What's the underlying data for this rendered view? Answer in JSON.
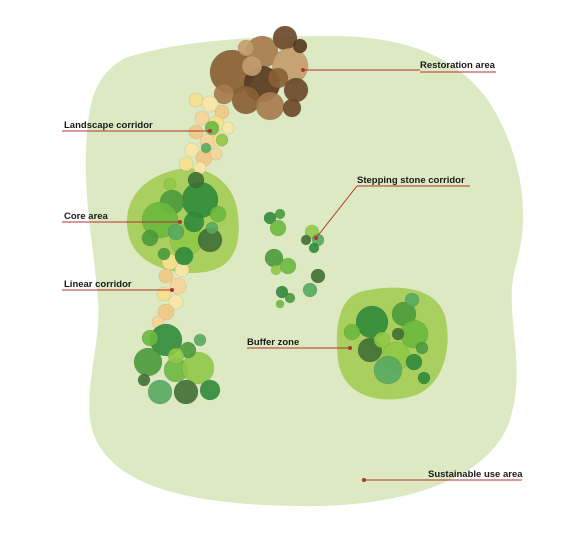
{
  "labels": {
    "restoration": "Restoration area",
    "landscape_corridor": "Landscape corridor",
    "stepping_stone": "Stepping stone corridor",
    "core": "Core area",
    "linear_corridor": "Linear corridor",
    "buffer": "Buffer zone",
    "sustainable_use": "Sustainable use area"
  },
  "colors": {
    "sustainable_use": "#dde9c2",
    "buffer_ring": "#a9cf5f",
    "core_greens": [
      "#2f8a3a",
      "#4a9a3c",
      "#6bb83e",
      "#8fc847",
      "#3f6e34",
      "#56a860"
    ],
    "corridor_yellow": [
      "#f3df8e",
      "#f7e7a8",
      "#efc987",
      "#f6d59b"
    ],
    "restoration_browns": [
      "#8a5f35",
      "#a87b4e",
      "#6b4a2b",
      "#c29c6d",
      "#573b22"
    ],
    "leader_line": "#b43232"
  }
}
